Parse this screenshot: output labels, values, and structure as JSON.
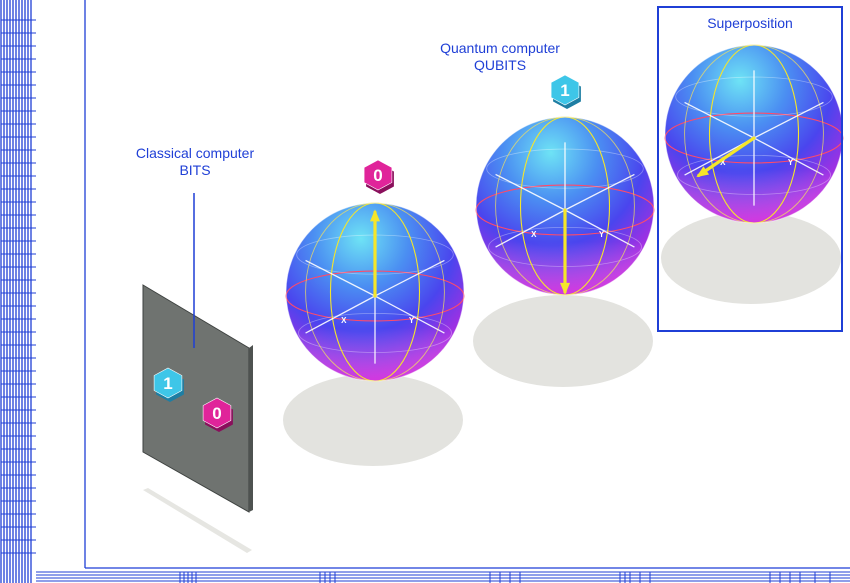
{
  "labels": {
    "classical_title": "Classical computer",
    "classical_sub": "BITS",
    "quantum_title": "Quantum computer",
    "quantum_sub": "QUBITS",
    "superposition_title": "Superposition"
  },
  "tokens": {
    "bit_one": "1",
    "bit_zero": "0",
    "qubit_zero": "0",
    "qubit_one": "1"
  },
  "axes": {
    "x": "X",
    "y": "Y"
  },
  "colors": {
    "accent_blue": "#1f3fd6",
    "cyan_token": "#3ec6e8",
    "magenta_token": "#e0249a",
    "sphere_top": "#4fd3f0",
    "sphere_mid": "#4a4af0",
    "sphere_bottom": "#d01cd8",
    "arrow_yellow": "#f5e62a",
    "shadow_grey": "#e3e3df",
    "panel_grey": "#6f7370"
  }
}
